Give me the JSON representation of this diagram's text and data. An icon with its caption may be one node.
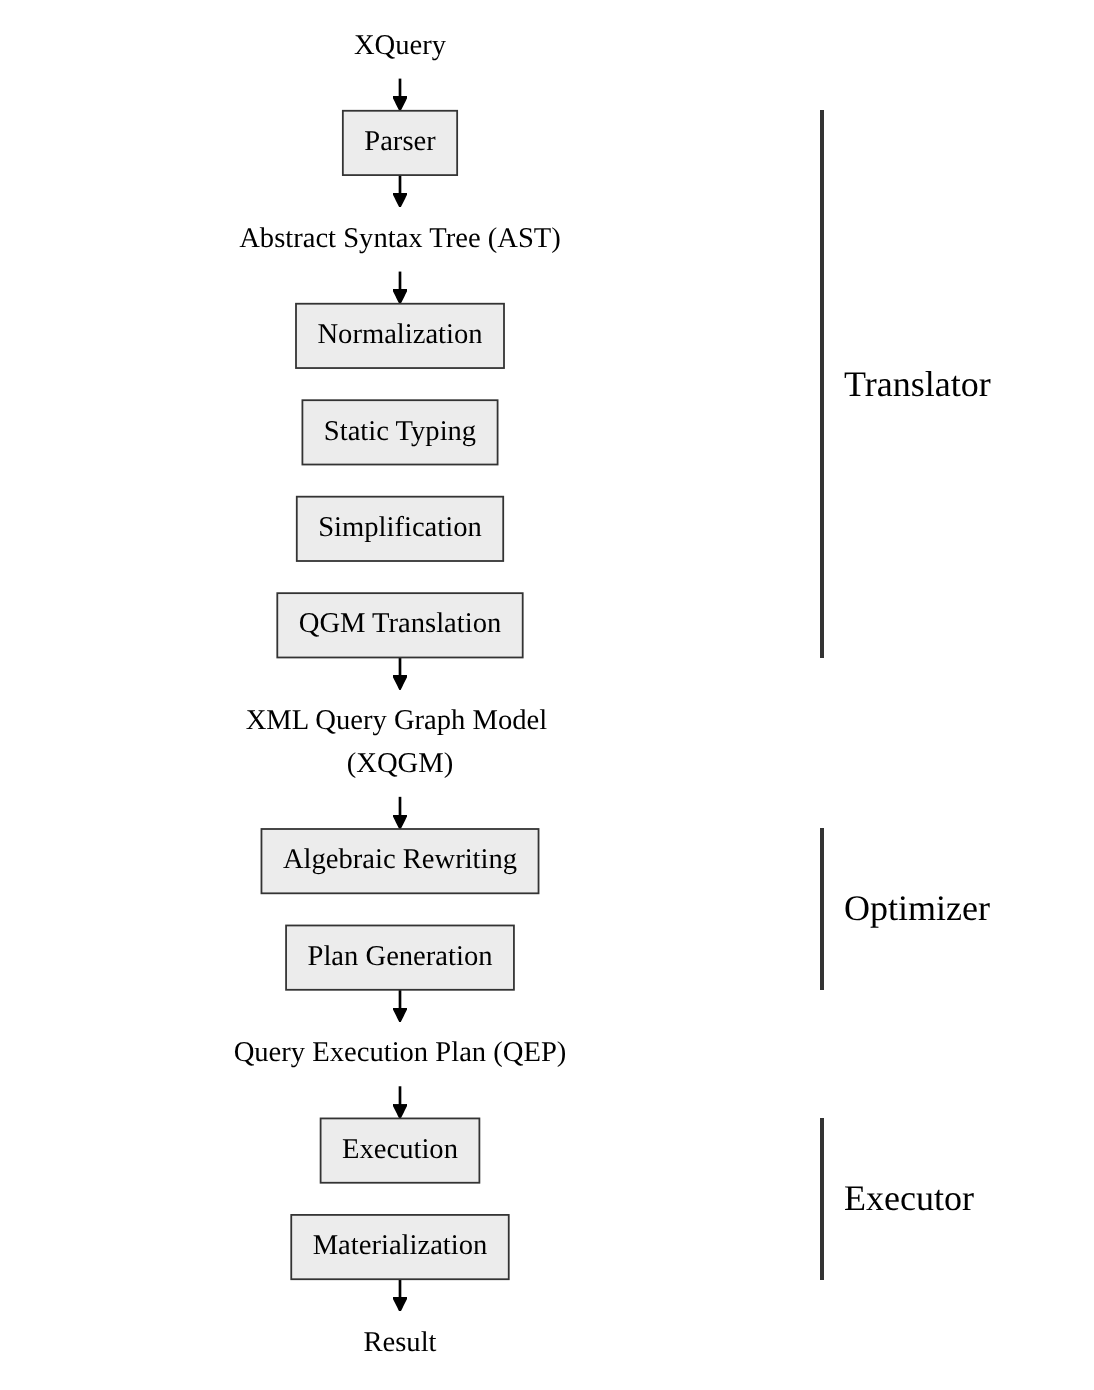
{
  "diagram": {
    "nodes": [
      {
        "text": [
          "XQuery"
        ]
      },
      {
        "text": [
          "Parser"
        ]
      },
      {
        "text": [
          "Abstract Syntax Tree (AST)"
        ]
      },
      {
        "text": [
          "Normalization"
        ]
      },
      {
        "text": [
          "Static Typing"
        ]
      },
      {
        "text": [
          "Simplification"
        ]
      },
      {
        "text": [
          "QGM Translation"
        ]
      },
      {
        "text": [
          "XML Query Graph Model (XQGM)"
        ]
      },
      {
        "text": [
          "Algebraic Rewriting"
        ]
      },
      {
        "text": [
          "Plan Generation"
        ]
      },
      {
        "text": [
          "Query Execution Plan (QEP)"
        ]
      },
      {
        "text": [
          "Execution"
        ]
      },
      {
        "text": [
          "Materialization"
        ]
      },
      {
        "text": [
          "Result"
        ]
      }
    ],
    "edges": [
      {
        "from": 0,
        "to": 1,
        "arrow": "to"
      },
      {
        "from": 1,
        "to": 2,
        "arrow": "to"
      },
      {
        "from": 2,
        "to": 3,
        "arrow": "to"
      },
      {
        "from": 6,
        "to": 7,
        "arrow": "to"
      },
      {
        "from": 7,
        "to": 8,
        "arrow": "to"
      },
      {
        "from": 9,
        "to": 10,
        "arrow": "to"
      },
      {
        "from": 10,
        "to": 11,
        "arrow": "to"
      },
      {
        "from": 12,
        "to": 13,
        "arrow": "to"
      }
    ],
    "labels": [
      "Translator",
      "Optimizer",
      "Executor"
    ]
  }
}
